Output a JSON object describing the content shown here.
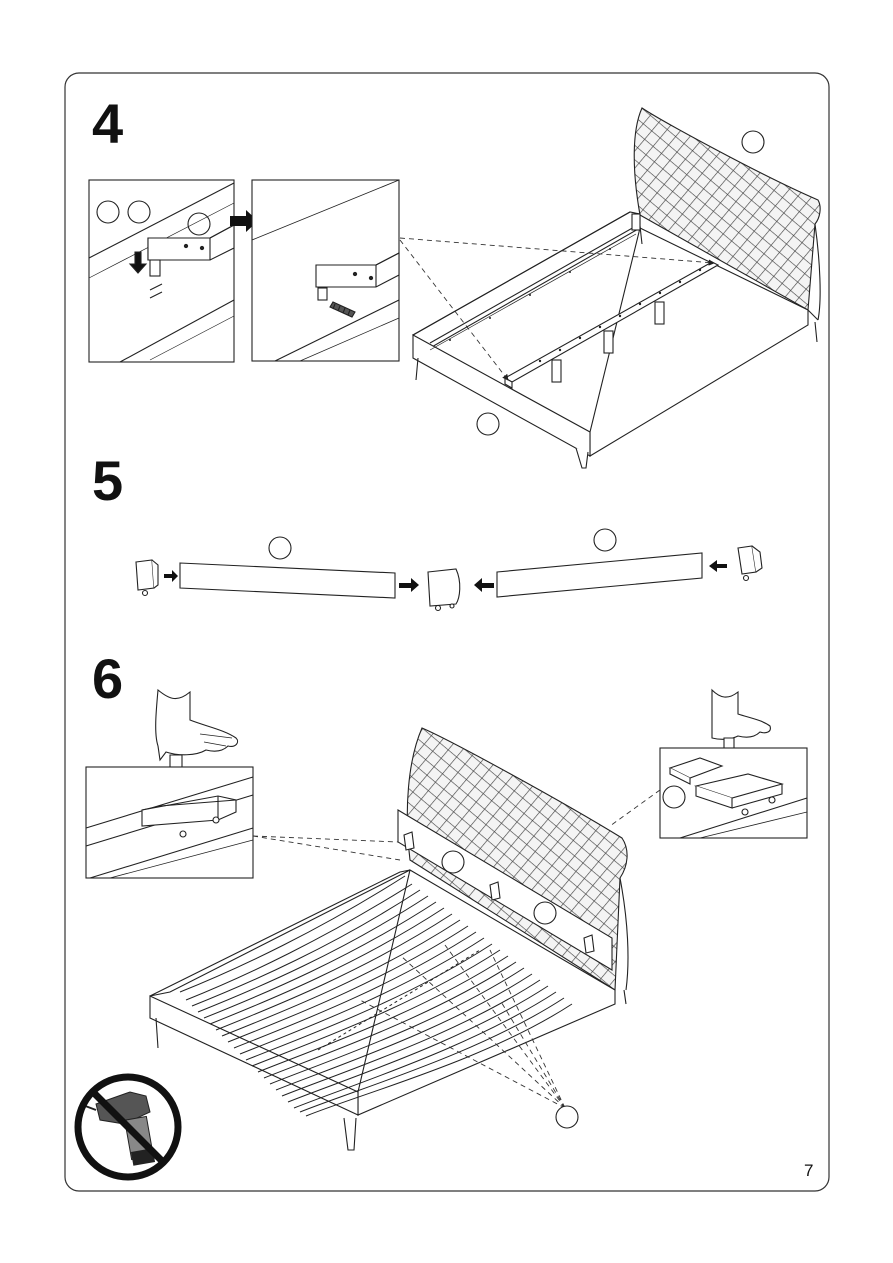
{
  "steps": [
    {
      "number": "4"
    },
    {
      "number": "5"
    },
    {
      "number": "6"
    }
  ],
  "page_number": "7",
  "icons": [
    "no-power-drill-icon",
    "hand-press-icon",
    "arrow-right-icon",
    "arrow-down-icon",
    "arrow-left-icon"
  ]
}
